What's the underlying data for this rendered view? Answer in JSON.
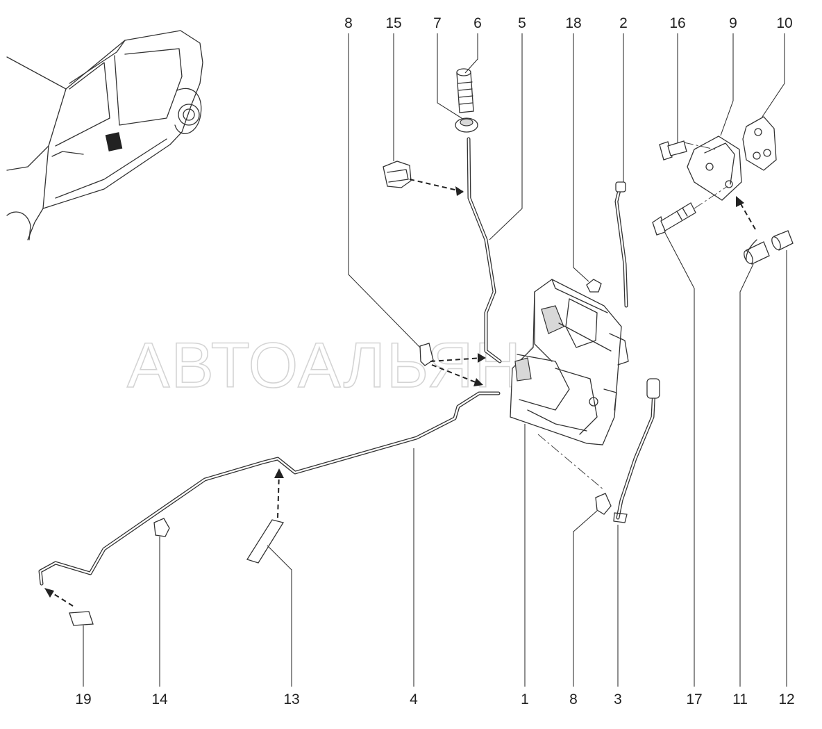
{
  "watermark": "АВТОАЛЬЯНС",
  "callouts": {
    "top": [
      "8",
      "15",
      "7",
      "6",
      "5",
      "18",
      "2",
      "16",
      "9",
      "10"
    ],
    "bottom": [
      "19",
      "14",
      "13",
      "4",
      "1",
      "8",
      "3",
      "17",
      "11",
      "12"
    ]
  },
  "colors": {
    "line": "#333333",
    "watermark": "#d4d4d4",
    "background": "#ffffff"
  }
}
